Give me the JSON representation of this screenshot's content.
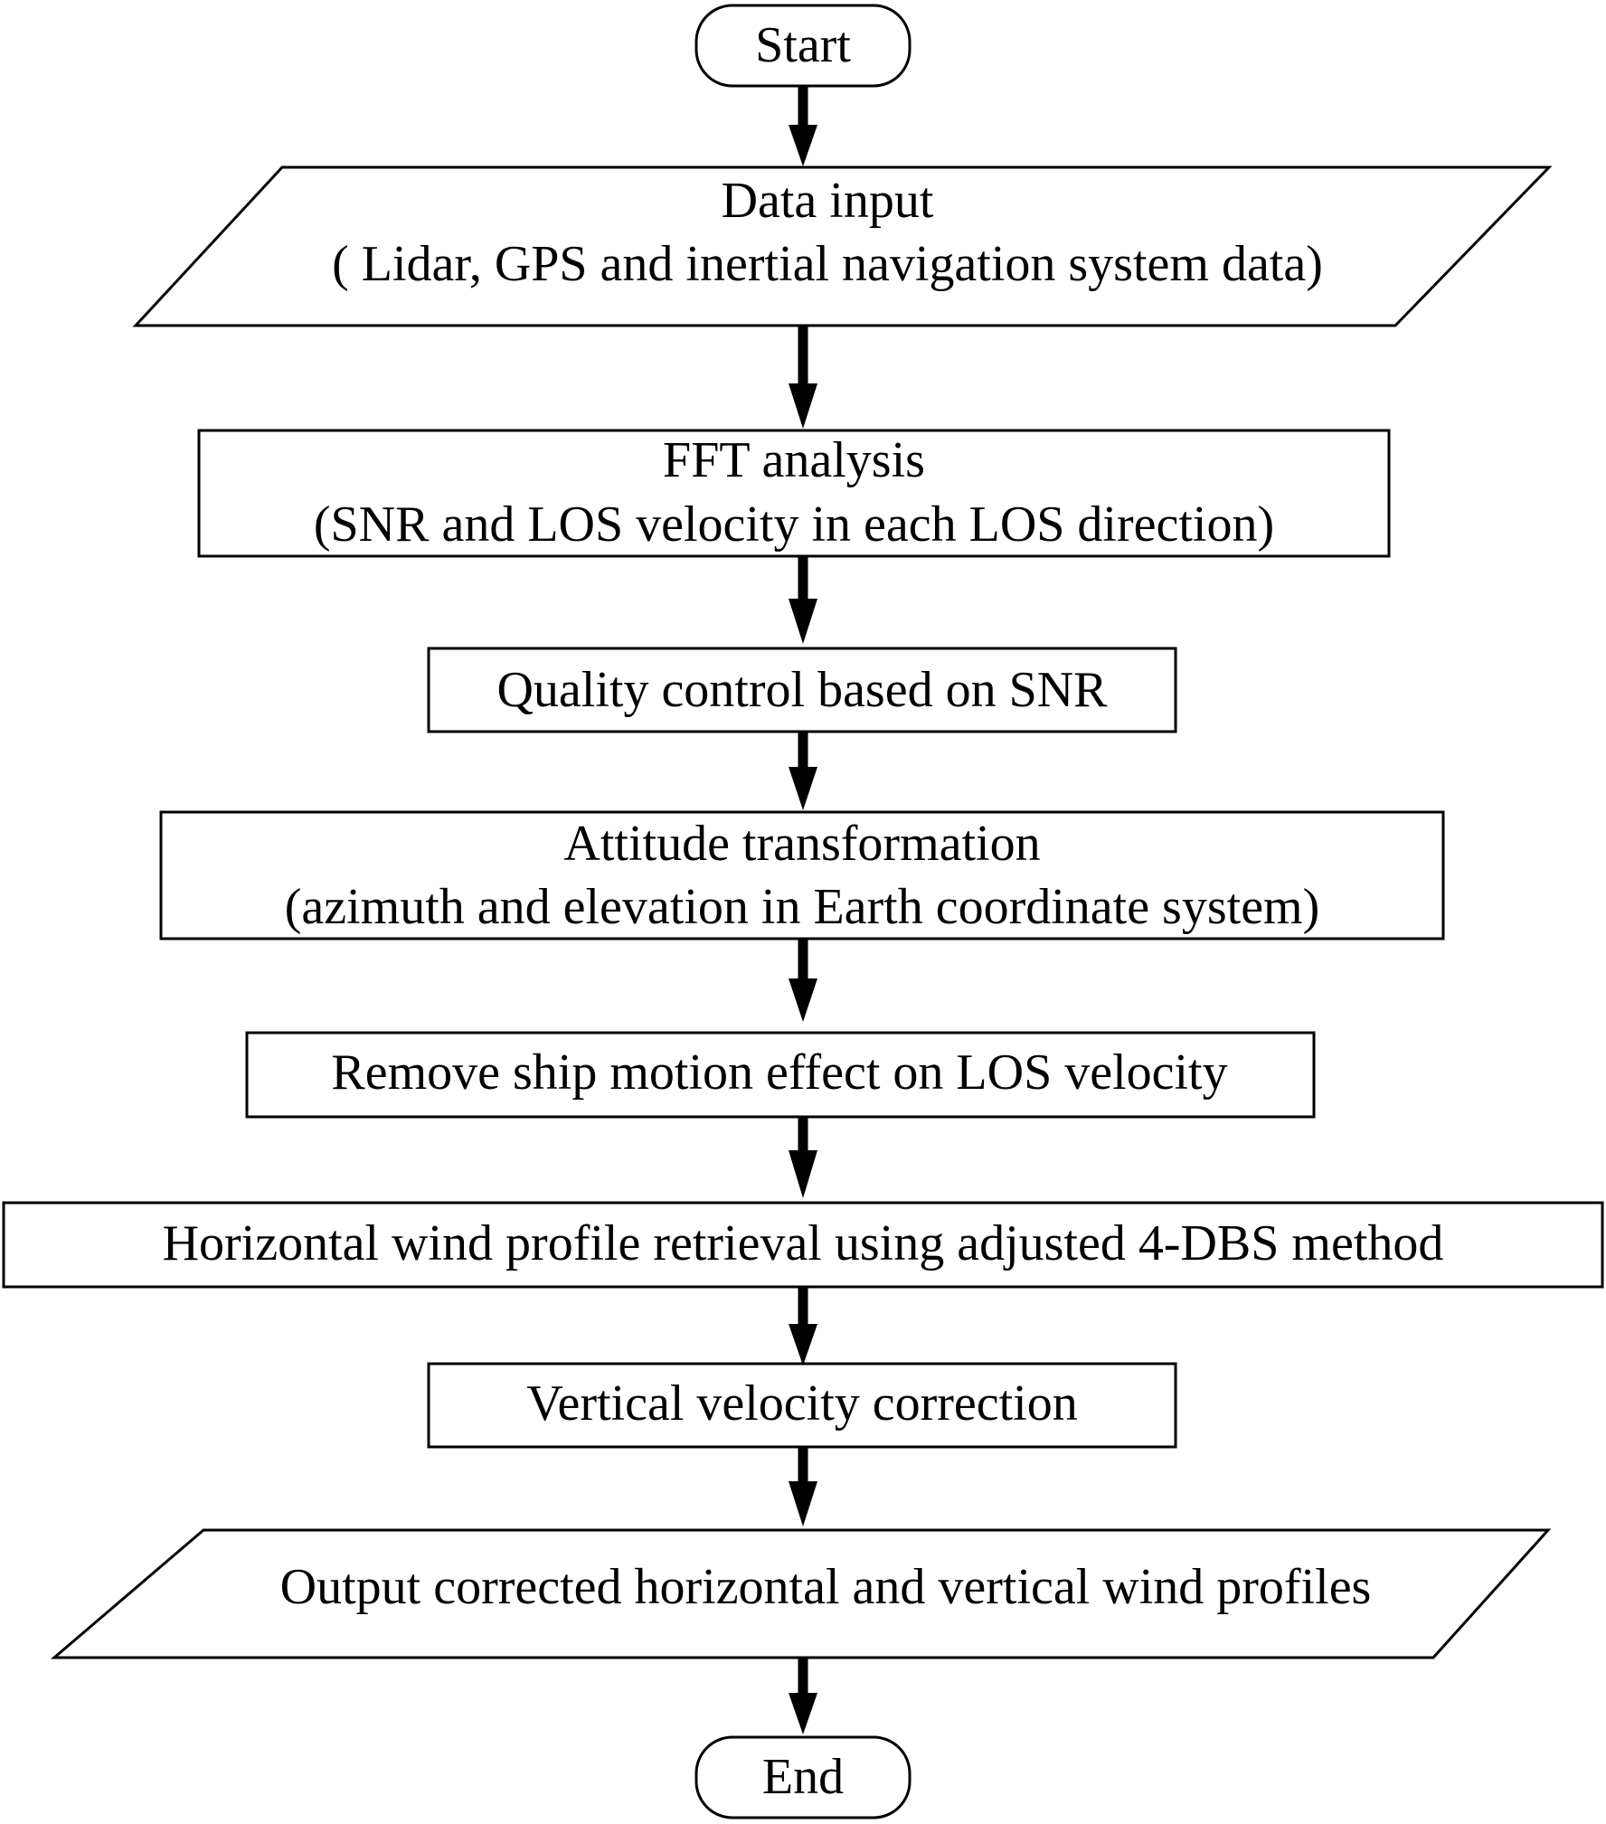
{
  "start": {
    "label": "Start"
  },
  "data_input": {
    "title": "Data input",
    "detail": "( Lidar, GPS and inertial navigation system data)"
  },
  "fft": {
    "title": "FFT analysis",
    "detail": "(SNR and LOS velocity in each LOS direction)"
  },
  "quality": {
    "label": "Quality control based on SNR"
  },
  "attitude": {
    "title": "Attitude transformation",
    "detail": "(azimuth and elevation in Earth coordinate system)"
  },
  "remove": {
    "label": "Remove ship motion effect on LOS velocity"
  },
  "horizontal": {
    "label": "Horizontal wind profile retrieval using adjusted 4-DBS method"
  },
  "vertical": {
    "label": "Vertical velocity correction"
  },
  "output": {
    "label": "Output corrected horizontal and vertical wind profiles"
  },
  "end": {
    "label": "End"
  }
}
